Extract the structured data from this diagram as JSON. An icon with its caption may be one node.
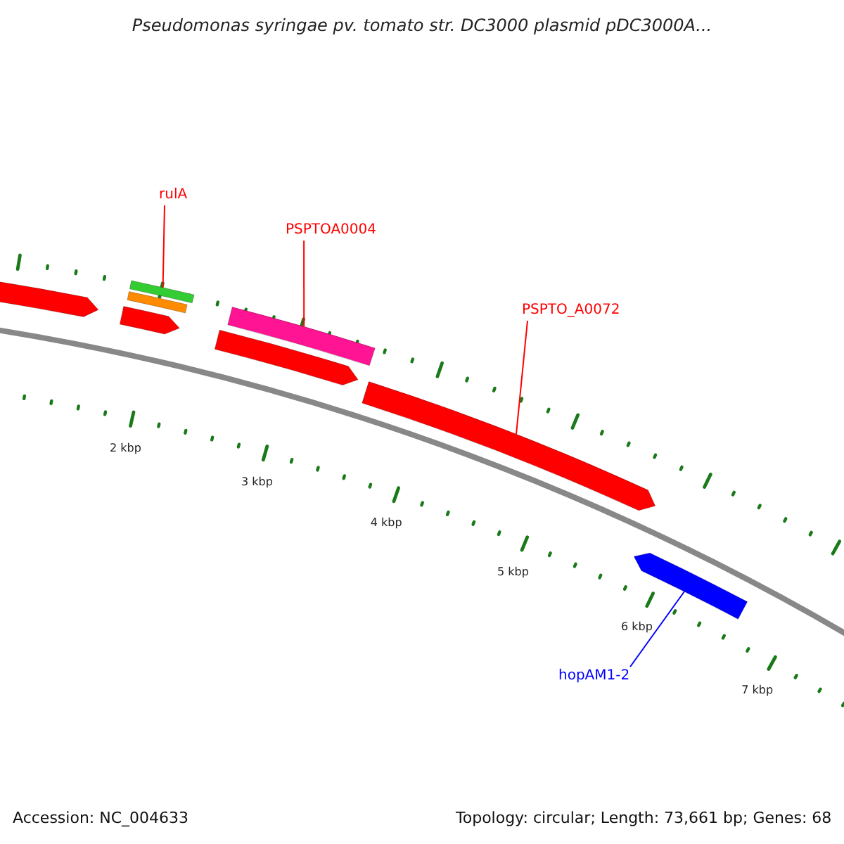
{
  "diagram": {
    "title": "Pseudomonas syringae pv. tomato str. DC3000 plasmid pDC3000A...",
    "nodes": [
      {
        "text": [
          "rulA"
        ]
      },
      {
        "text": [
          "PSPTOA0004"
        ]
      },
      {
        "text": [
          "PSPTO_A0072"
        ]
      },
      {
        "text": [
          "hopAM1-2"
        ]
      },
      {
        "text": [],
        "shape": "bar"
      },
      {
        "text": [],
        "shape": "bar"
      },
      {
        "text": [],
        "shape": "bar"
      },
      {
        "text": [],
        "shape": "bar"
      },
      {
        "text": [],
        "shape": "bar"
      },
      {
        "text": [],
        "shape": "bar"
      },
      {
        "text": [],
        "shape": "bar"
      },
      {
        "text": [],
        "shape": "bar"
      }
    ],
    "edges": [
      {
        "from": 0,
        "to": 5,
        "arrow": "none"
      },
      {
        "from": 1,
        "to": 8,
        "arrow": "none"
      },
      {
        "from": 2,
        "to": 10,
        "arrow": "none"
      },
      {
        "from": 3,
        "to": 11,
        "arrow": "none",
        "color": "#0000ff"
      }
    ],
    "labels": [
      "2 kbp",
      "3 kbp",
      "4 kbp",
      "5 kbp",
      "6 kbp",
      "7 kbp",
      "Accession: NC_004633",
      "Topology: circular; Length: 73,661 bp; Genes: 68"
    ]
  }
}
